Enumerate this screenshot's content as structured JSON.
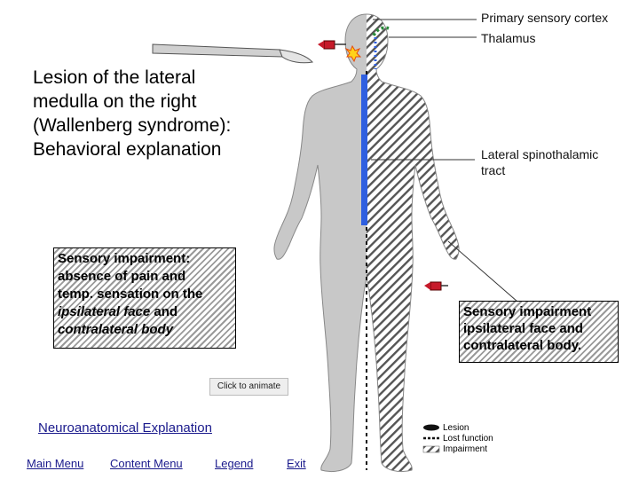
{
  "title": "Lesion of the lateral\nmedulla on the right\n(Wallenberg syndrome):\nBehavioral explanation",
  "labels": {
    "primary_cortex": "Primary sensory cortex",
    "thalamus": "Thalamus",
    "spinothalamic": "Lateral spinothalamic\ntract"
  },
  "box_left": {
    "line1": "Sensory impairment:",
    "line2": "absence of pain and",
    "line3": "temp. sensation on the",
    "ipsi": "ipsilateral face",
    "and": " and",
    "contra": "contralateral body"
  },
  "box_right": {
    "text": "Sensory impairment ipsilateral face and contralateral body."
  },
  "animate_button": "Click to animate",
  "neuro_link": "Neuroanatomical Explanation",
  "nav": {
    "main_menu": "Main Menu",
    "content_menu": "Content Menu",
    "legend": "Legend",
    "exit": "Exit"
  },
  "legend": {
    "lesion": "Lesion",
    "lost_function": "Lost function",
    "impairment": "Impairment"
  },
  "colors": {
    "tract_blue": "#2f5fe0",
    "thalamus_green": "#2a8a3a",
    "body_fill": "#c8c8c8"
  },
  "icons": [
    "scalpel-icon",
    "pin-icon",
    "lesion-star-icon"
  ]
}
